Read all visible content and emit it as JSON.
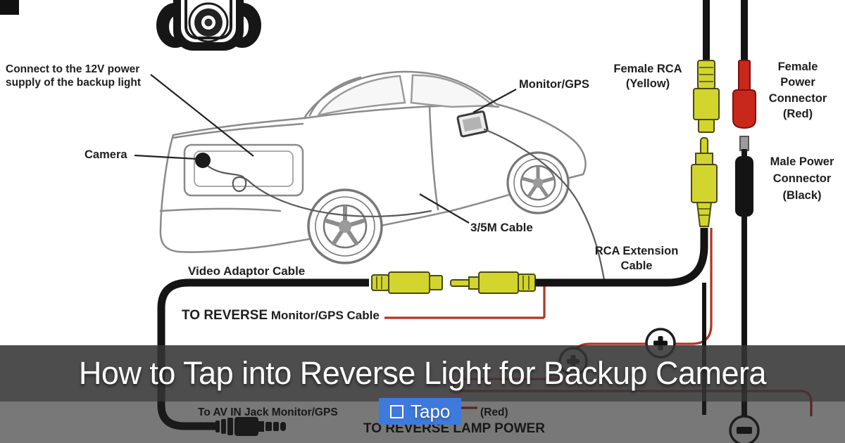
{
  "header": {
    "title": "How to Tap into Reverse Light for Backup Camera",
    "brand": {
      "label": "Tapo",
      "accent_color": "#3e79dc"
    }
  },
  "diagram": {
    "labels": {
      "connect_12v_line1": "Connect to the 12V power",
      "connect_12v_line2": "supply of the backup light",
      "camera": "Camera",
      "monitor_gps": "Monitor/GPS",
      "female_rca_line1": "Female RCA",
      "female_rca_line2": "(Yellow)",
      "female_power_line1": "Female",
      "female_power_line2": "Power",
      "female_power_line3": "Connector",
      "female_power_line4": "(Red)",
      "male_power_line1": "Male Power",
      "male_power_line2": "Connector",
      "male_power_line3": "(Black)",
      "rca_extension_line1": "RCA Extension",
      "rca_extension_line2": "Cable",
      "cable_35m": "3/5M Cable",
      "video_adaptor": "Video Adaptor Cable",
      "to_reverse_prefix": "TO REVERSE",
      "to_reverse_suffix": " Monitor/GPS Cable",
      "to_av_in": "To AV IN Jack Monitor/GPS",
      "red_wire": "(Red)",
      "to_reverse_lamp": "TO REVERSE LAMP POWER"
    },
    "icons": {
      "plus_terminal": "plus",
      "minus_terminal": "minus"
    },
    "colors": {
      "rca_yellow": "#d2d52e",
      "power_red": "#c8281c",
      "cable_black": "#141414",
      "wire_red": "#b23423",
      "car_line_gray": "#8a8a8a"
    }
  }
}
